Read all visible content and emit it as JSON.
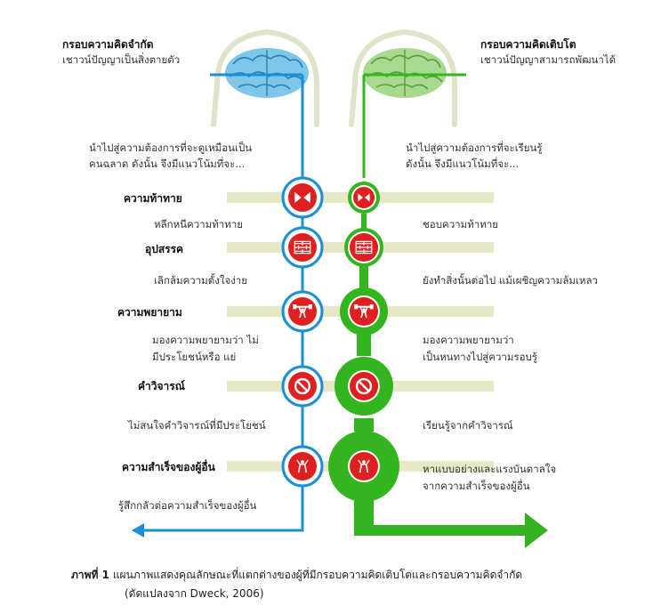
{
  "fixed": {
    "title": "กรอบความคิดจำกัด",
    "subtitle": "เชาวน์ปัญญาเป็นสิ่งตายตัว",
    "intro_line1": "นำไปสู่ความต้องการที่จะดูเหมือนเป็น",
    "intro_line2": "คนฉลาด ดังนั้น จึงมีแนวโน้มที่จะ...",
    "responses": [
      [
        "หลีกหนีความท้าทาย"
      ],
      [
        "เลิกล้มความตั้งใจง่าย"
      ],
      [
        "มองความพยายามว่า ไม่",
        "มีประโยชน์หรือ แย่"
      ],
      [
        "ไม่สนใจคำวิจารณ์ที่มีประโยชน์"
      ],
      [
        "รู้สึกกลัวต่อความสำเร็จของผู้อื่น"
      ]
    ]
  },
  "growth": {
    "title": "กรอบความคิดเติบโต",
    "subtitle": "เชาวน์ปัญญาสามารถพัฒนาได้",
    "intro_line1": "นำไปสู่ความต้องการที่จะเรียนรู้",
    "intro_line2": "ดังนั้น จึงมีแนวโน้มที่จะ...",
    "responses": [
      [
        "ชอบความท้าทาย"
      ],
      [
        "ยังทำสิ่งนั้นต่อไป แม้เผชิญความล้มเหลว"
      ],
      [
        "มองความพยายามว่า",
        "เป็นหนทางไปสู่ความรอบรู้"
      ],
      [
        "เรียนรู้จากคำวิจารณ์"
      ],
      [
        "หาแบบอย่างและแรงบันดาลใจ",
        "จากความสำเร็จของผู้อื่น"
      ]
    ]
  },
  "stages": [
    {
      "label": "ความท้าทาย",
      "icon": "arrows-inward-icon"
    },
    {
      "label": "อุปสรรค",
      "icon": "brick-wall-icon"
    },
    {
      "label": "ความพยายาม",
      "icon": "weightlifter-icon"
    },
    {
      "label": "คำวิจารณ์",
      "icon": "no-sign-icon"
    },
    {
      "label": "ความสำเร็จของผู้อื่น",
      "icon": "crowd-figure-icon"
    }
  ],
  "caption": {
    "label": "ภาพที่ 1",
    "text": " แผนภาพแสดงคุณลักษณะที่แตกต่างของผู้ที่มีกรอบความคิดเติบโตและกรอบความคิดจำกัด",
    "source": "(ดัดแปลงจาก Dweck, 2006)"
  },
  "colors": {
    "fixed_line": "#1a8fd6",
    "growth_line": "#33b51f",
    "brain_blue": "#7cc7ea",
    "brain_green": "#a8d98e",
    "head_outline": "#e0e3c8",
    "bar": "#e6e8c6",
    "icon_red": "#e02020"
  }
}
